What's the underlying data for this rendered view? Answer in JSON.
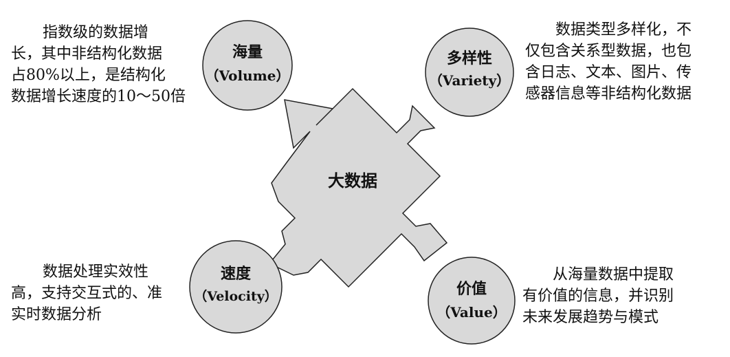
{
  "center": {
    "label": "大数据"
  },
  "nodes": {
    "volume": {
      "title": "海量",
      "subtitle": "（Volume）"
    },
    "variety": {
      "title": "多样性",
      "subtitle": "（Variety）"
    },
    "velocity": {
      "title": "速度",
      "subtitle": "（Velocity）"
    },
    "value": {
      "title": "价值",
      "subtitle": "（Value）"
    }
  },
  "descriptions": {
    "volume": [
      "指数级的数据增",
      "长，其中非结构化数据",
      "占80%以上，是结构化",
      "数据增长速度的10～50倍"
    ],
    "variety": [
      "数据类型多样化，不",
      "仅包含关系型数据，也包",
      "含日志、文本、图片、传",
      "感器信息等非结构化数据"
    ],
    "velocity": [
      "数据处理实效性",
      "高，支持交互式的、准",
      "实时数据分析"
    ],
    "value": [
      "从海量数据中提取",
      "有价值的信息，并识别",
      "未来发展趋势与模式"
    ]
  },
  "colors": {
    "fill": "#d9d9d9",
    "stroke": "#222222"
  }
}
